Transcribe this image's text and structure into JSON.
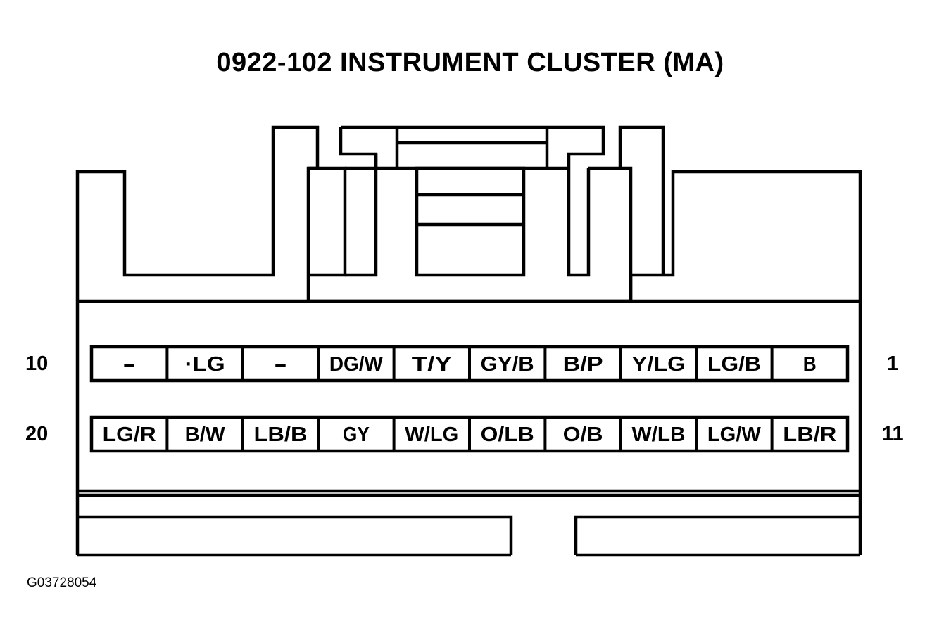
{
  "title": "0922-102 INSTRUMENT CLUSTER (MA)",
  "connector": {
    "top_row": {
      "left_pin_number": "10",
      "right_pin_number": "1",
      "pins": [
        "-",
        "·LG",
        "-",
        "DG/W",
        "T/Y",
        "GY/B",
        "B/P",
        "Y/LG",
        "LG/B",
        "B"
      ]
    },
    "bottom_row": {
      "left_pin_number": "20",
      "right_pin_number": "11",
      "pins": [
        "LG/R",
        "B/W",
        "LB/B",
        "GY",
        "W/LG",
        "O/LB",
        "O/B",
        "W/LB",
        "LG/W",
        "LB/R"
      ]
    }
  },
  "figure_id": "G03728054",
  "colors": {
    "line": "#000000",
    "background": "#ffffff"
  }
}
